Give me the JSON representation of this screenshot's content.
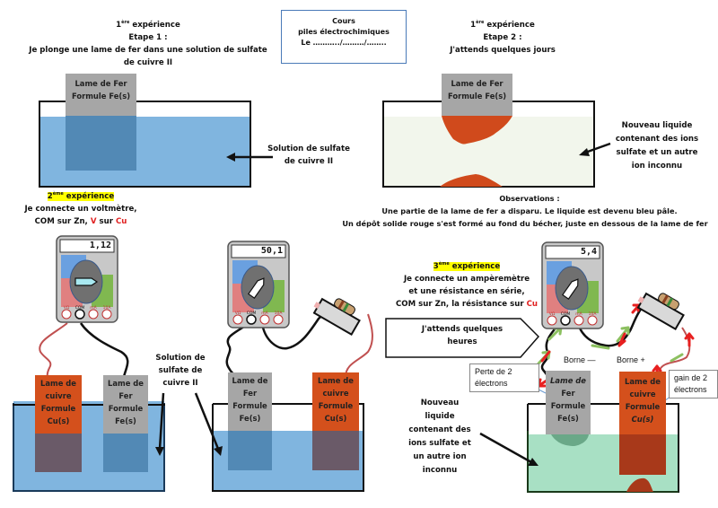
{
  "header_box": {
    "line1": "Cours",
    "line2": "piles électrochimiques",
    "line3": "Le ………../………/…….."
  },
  "exp1_step1": {
    "number": "1",
    "ordinal": "ère",
    "title": " expérience",
    "step": "Etape 1 :",
    "line1": "Je plonge une lame de fer dans une solution de sulfate",
    "line2": "de cuivre II",
    "plate_line1": "Lame de Fer",
    "plate_line2": "Formule Fe(s)",
    "solution_line1": "Solution de sulfate",
    "solution_line2": "de cuivre II"
  },
  "exp1_step2": {
    "number": "1",
    "ordinal": "ère",
    "title": " expérience",
    "step": "Etape 2 :",
    "line1": "J'attends quelques jours",
    "plate_line1": "Lame de Fer",
    "plate_line2": "Formule Fe(s)",
    "liquid_line1": "Nouveau liquide",
    "liquid_line2": "contenant des ions",
    "liquid_line3": "sulfate et un autre",
    "liquid_line4": "ion inconnu"
  },
  "observations": {
    "title": "Observations :",
    "line1": "Une partie de la lame de fer a disparu. Le liquide est devenu bleu pâle.",
    "line2": "Un dépôt solide rouge s'est formé au fond du bécher, juste en dessous de la lame de fer"
  },
  "exp2": {
    "number": "2",
    "ordinal": "ème",
    "title": " expérience",
    "line1": "Je connecte un voltmètre,",
    "line2_a": "COM sur Zn, ",
    "line2_v": "V",
    "line2_b": " sur ",
    "line2_cu": "Cu",
    "meter1_value": "1,12",
    "meter2_value": "50,1",
    "solution_line1": "Solution de",
    "solution_line2": "sulfate de",
    "solution_line3": "cuivre II",
    "copper_plate": [
      "Lame de",
      "cuivre",
      "Formule",
      "Cu(s)"
    ],
    "iron_plate": [
      "Lame de",
      "Fer",
      "Formule",
      "Fe(s)"
    ]
  },
  "exp3": {
    "number": "3",
    "ordinal": "ème",
    "title": " expérience",
    "line1": "Je connecte un ampèremètre",
    "line2": "et une résistance en série,",
    "line3_a": "COM sur Zn, la résistance sur ",
    "line3_cu": "Cu",
    "arrow_line1": "J'attends quelques",
    "arrow_line2": "heures",
    "meter_value": "5,4",
    "borne_minus": "Borne —",
    "borne_plus": "Borne +",
    "loss_line1": "Perte de 2",
    "loss_line2": "électrons",
    "gain_line1": "gain de 2",
    "gain_line2": "électrons",
    "iron_plate": [
      "Lame de",
      "Fer",
      "Formule",
      "Fe(s)"
    ],
    "copper_plate": [
      "Lame de",
      "cuivre",
      "Formule",
      "Cu(s)"
    ],
    "liquid_lines": [
      "Nouveau",
      "liquide",
      "contenant des",
      "ions sulfate et",
      "un autre ion",
      "inconnu"
    ]
  },
  "meter_labels": {
    "v": "VΩ",
    "com": "COM",
    "ma": "mA",
    "a10": "10A"
  },
  "colors": {
    "copper": "#d4501c",
    "iron": "#a6a6a6",
    "copper_sulfate": "#80b5df",
    "new_liquid_exp1": "#f2f6ec",
    "new_liquid_exp3": "#a8e0c4",
    "highlight": "#ffff00",
    "red_text": "#e02020"
  }
}
